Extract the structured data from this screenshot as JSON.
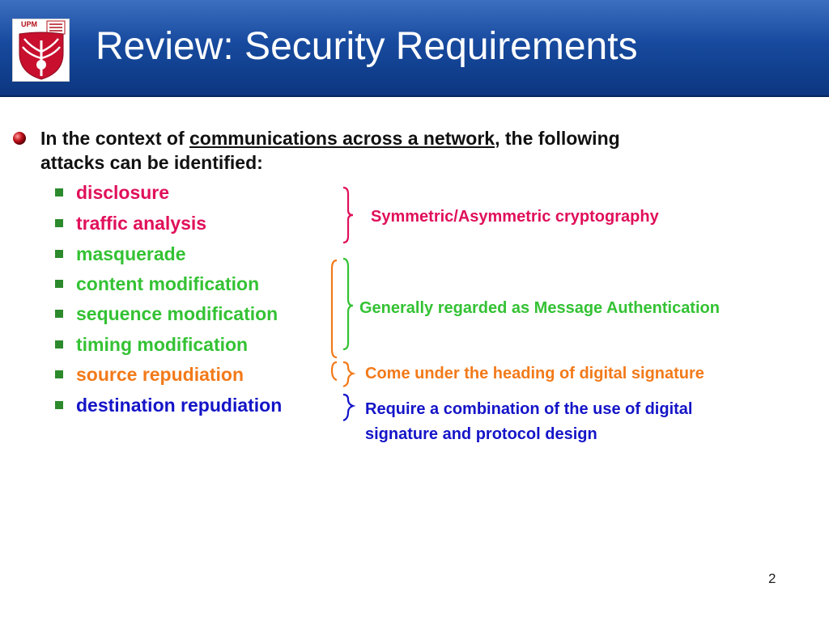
{
  "logo": {
    "text": "UPM"
  },
  "title": "Review: Security Requirements",
  "intro": {
    "before": "In the context of ",
    "underlined": "communications across a network",
    "after": ", the following attacks can be identified:"
  },
  "attacks": [
    {
      "label": "disclosure",
      "color": "#e0105a"
    },
    {
      "label": "traffic analysis",
      "color": "#e0105a"
    },
    {
      "label": "masquerade",
      "color": "#34c234"
    },
    {
      "label": "content modification",
      "color": "#34c234"
    },
    {
      "label": "sequence modification",
      "color": "#34c234"
    },
    {
      "label": "timing modification",
      "color": "#34c234"
    },
    {
      "label": "source repudiation",
      "color": "#f27a1a"
    },
    {
      "label": "destination repudiation",
      "color": "#1414c8"
    }
  ],
  "notes": {
    "symmetric": {
      "text": "Symmetric/Asymmetric cryptography",
      "color": "#e0105a"
    },
    "message_auth": {
      "text": "Generally regarded as Message Authentication",
      "color": "#34c234"
    },
    "digital_signature": {
      "text": "Come under the heading of digital signature",
      "color": "#f27a1a"
    },
    "combination": {
      "line1": "Require a combination of the use of digital",
      "line2": "signature and protocol design",
      "color": "#1414c8"
    }
  },
  "page_number": "2"
}
